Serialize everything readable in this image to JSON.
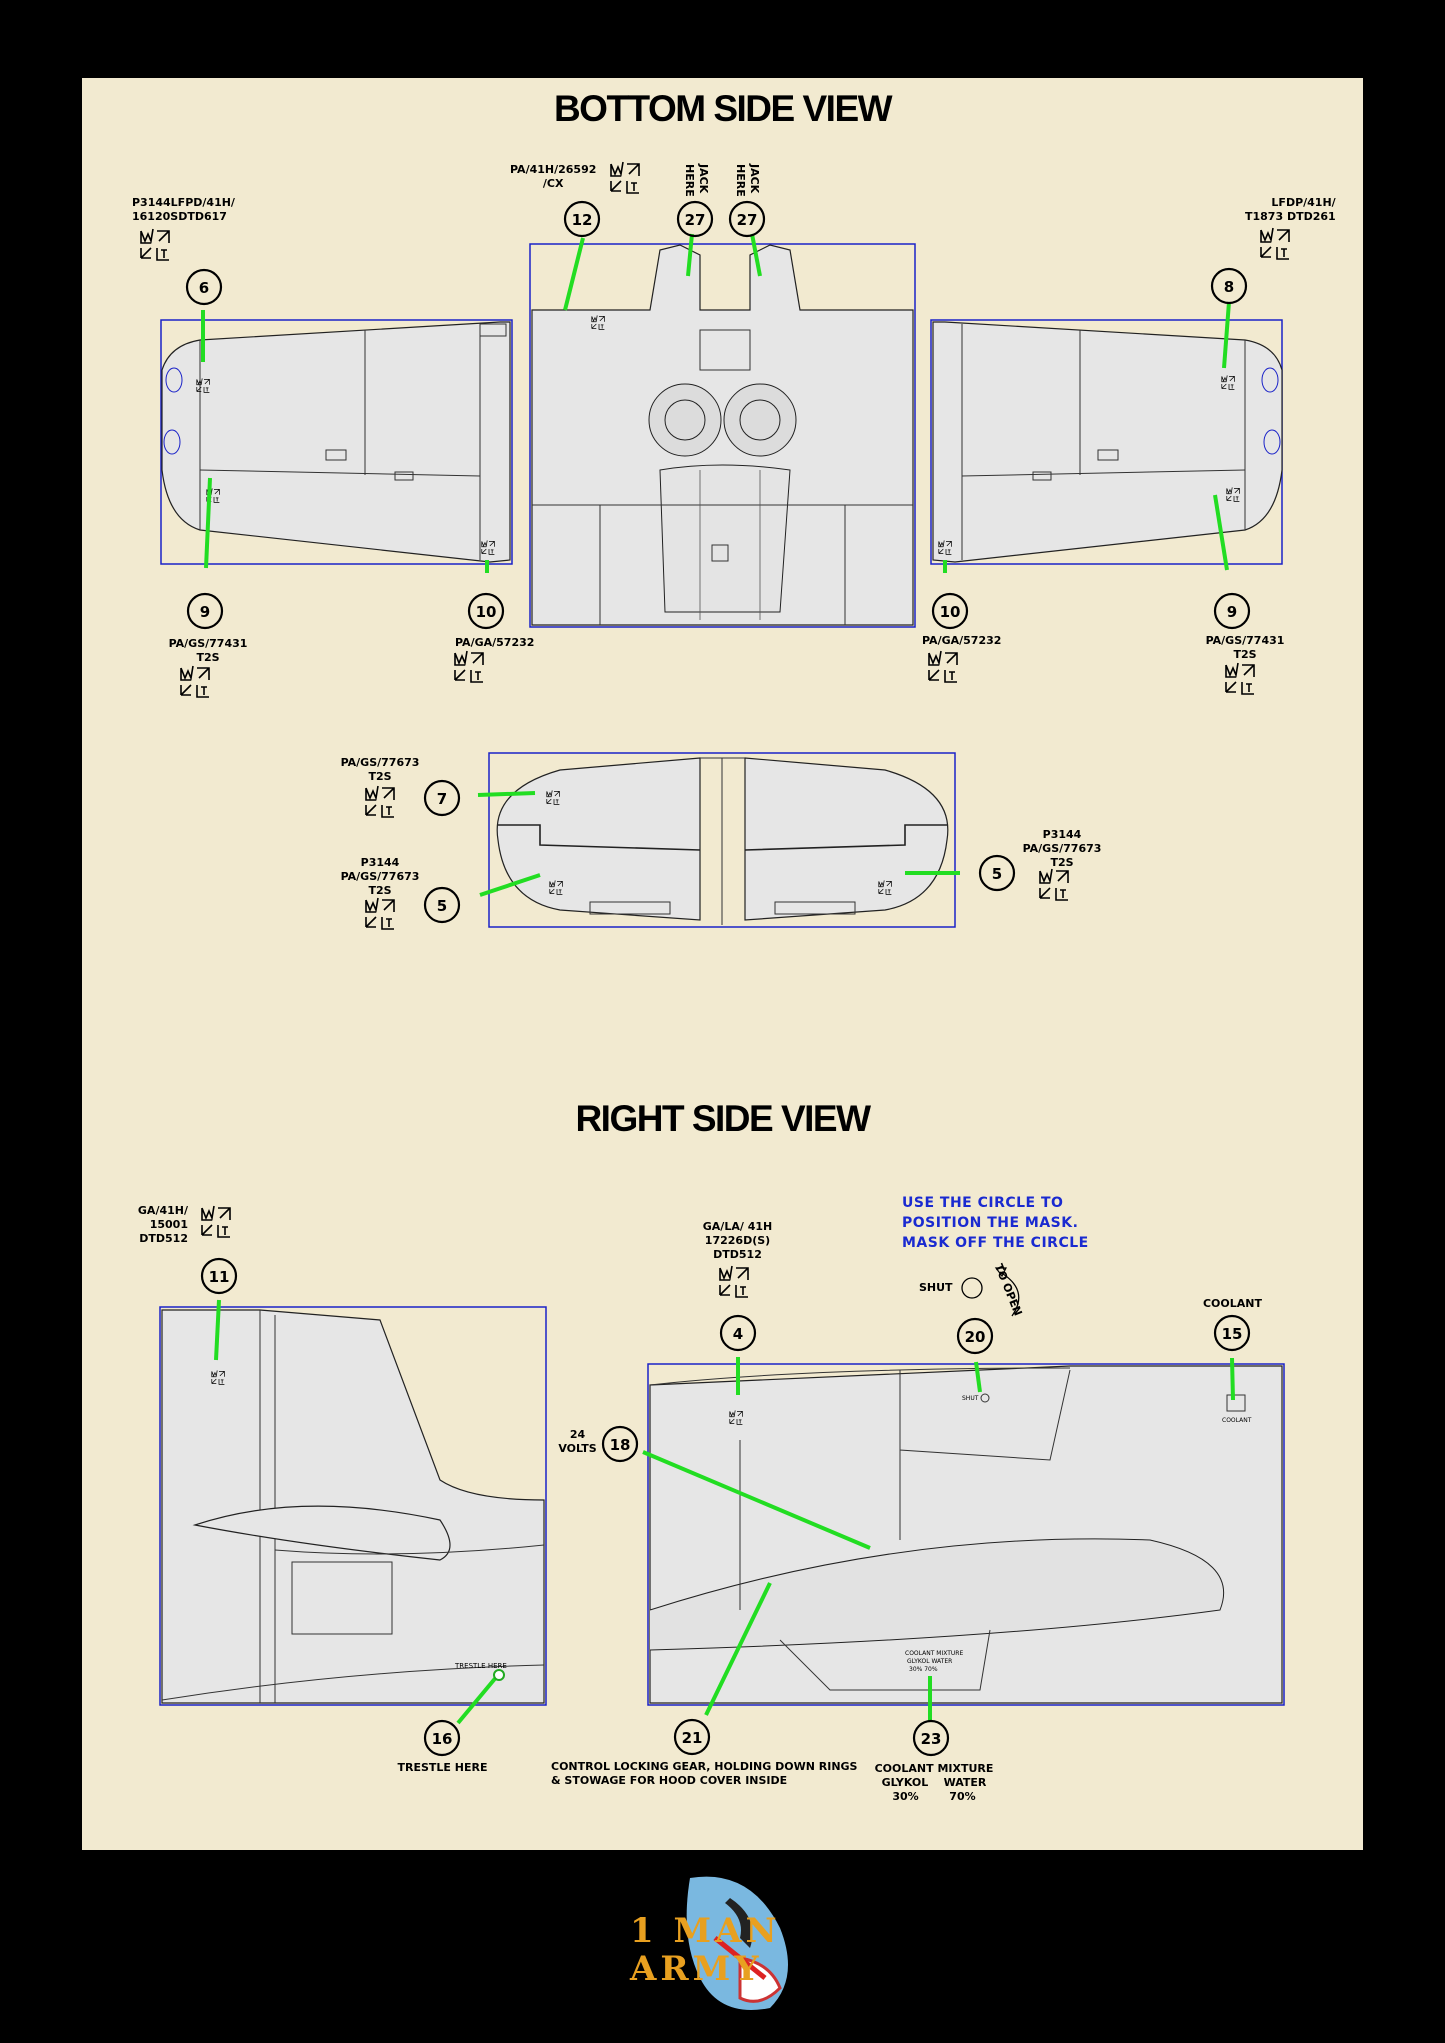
{
  "titles": {
    "bottom": "BOTTOM SIDE VIEW",
    "right": "RIGHT SIDE VIEW"
  },
  "bottom_labels": {
    "c12": "PA/41H/26592\n/CX",
    "c6": "P3144LFPD/41H/\n16120SDTD617",
    "c8": "LFDP/41H/\nT1873 DTD261",
    "jack1": "JACK\nHERE",
    "jack2": "JACK\nHERE",
    "c9_left": "PA/GS/77431\nT2S",
    "c10_left": "PA/GA/57232",
    "c10_right": "PA/GA/57232",
    "c9_right": "PA/GS/77431\nT2S",
    "c7": "PA/GS/77673\nT2S",
    "c5_left": "P3144\nPA/GS/77673\nT2S",
    "c5_right": "P3144\nPA/GS/77673\nT2S"
  },
  "right_labels": {
    "c11": "GA/41H/\n15001\nDTD512",
    "c4": "GA/LA/ 41H\n17226D(S)\nDTD512",
    "c18": "24\nVOLTS",
    "shut": "SHUT",
    "to_open": "TO OPEN",
    "coolant": "COOLANT",
    "c16": "TRESTLE HERE",
    "c21": "CONTROL LOCKING GEAR, HOLDING DOWN RINGS\n& STOWAGE FOR HOOD COVER INSIDE",
    "c23": "COOLANT MIXTURE\nGLYKOL    WATER\n30%        70%",
    "instructions": "USE THE CIRCLE TO\nPOSITION THE MASK.\nMASK OFF THE CIRCLE",
    "small_trestle": "TRESTLE HERE",
    "small_coolant": "COOLANT",
    "small_coolant_mix": "COOLANT MIXTURE",
    "small_glykol": "GLYKOL  WATER",
    "small_pct": "30%   70%",
    "small_shut": "SHUT"
  },
  "callouts": {
    "n12": "12",
    "n27a": "27",
    "n27b": "27",
    "n6": "6",
    "n8": "8",
    "n9a": "9",
    "n10a": "10",
    "n10b": "10",
    "n9b": "9",
    "n7": "7",
    "n5a": "5",
    "n5b": "5",
    "n11": "11",
    "n4": "4",
    "n20": "20",
    "n15": "15",
    "n18": "18",
    "n16": "16",
    "n21": "21",
    "n23": "23"
  },
  "logo": {
    "line1": "1 MAN",
    "line2": "ARMY"
  },
  "colors": {
    "background": "#f2ead0",
    "border": "#000000",
    "leader": "#22dd22",
    "frame": "#1a22c8",
    "panel": "#e6e6e6",
    "instruction": "#1a2ad0",
    "logo": "#e8a020"
  }
}
